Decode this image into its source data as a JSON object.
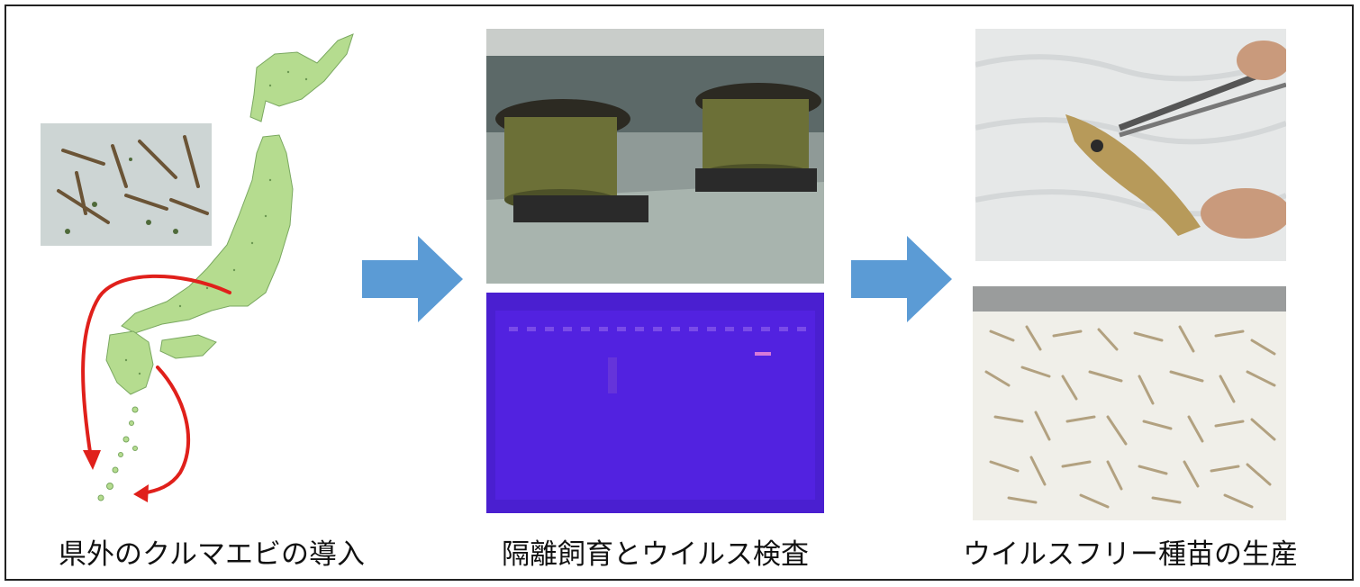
{
  "captions": {
    "step1": "県外のクルマエビの導入",
    "step2": "隔離飼育とウイルス検査",
    "step3": "ウイルスフリー種苗の生産"
  },
  "colors": {
    "arrow": "#5b9bd5",
    "route_arrow": "#e0201b",
    "land": "#b5dc8f",
    "gel_background": "#4a1fd0"
  },
  "icons": {
    "flow_arrow": "block-arrow-right",
    "route_arrow": "curved-arrow"
  }
}
